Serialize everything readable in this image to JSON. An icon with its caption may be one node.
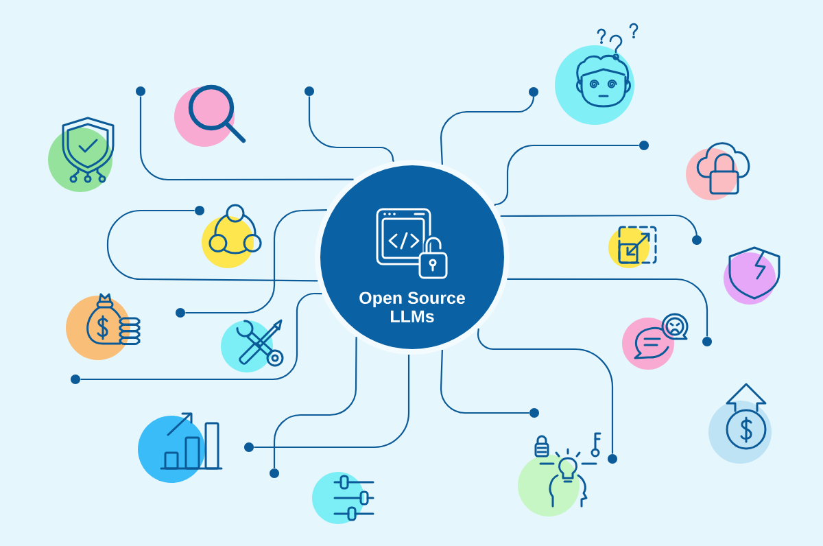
{
  "diagram": {
    "nodes": [
      {
        "text": [
          "Open Source LLMs"
        ]
      },
      {
        "text": [],
        "shape": "circle"
      },
      {
        "text": [],
        "shape": "circle"
      },
      {
        "text": [],
        "shape": "circle"
      },
      {
        "text": [],
        "shape": "circle"
      },
      {
        "text": [],
        "shape": "circle"
      },
      {
        "text": [],
        "shape": "circle"
      },
      {
        "text": [],
        "shape": "circle"
      },
      {
        "text": [],
        "shape": "circle"
      },
      {
        "text": [],
        "shape": "circle"
      },
      {
        "text": [],
        "shape": "circle"
      },
      {
        "text": [],
        "shape": "circle"
      },
      {
        "text": [],
        "shape": "circle"
      },
      {
        "text": [],
        "shape": "circle"
      }
    ],
    "edges": [
      {
        "from": 0,
        "to": 1,
        "arrow": "none"
      },
      {
        "from": 0,
        "to": 2,
        "arrow": "none"
      },
      {
        "from": 0,
        "to": 3,
        "arrow": "none"
      },
      {
        "from": 0,
        "to": 4,
        "arrow": "none"
      },
      {
        "from": 0,
        "to": 5,
        "arrow": "none"
      },
      {
        "from": 0,
        "to": 6,
        "arrow": "none"
      },
      {
        "from": 0,
        "to": 7,
        "arrow": "none"
      },
      {
        "from": 0,
        "to": 8,
        "arrow": "none"
      },
      {
        "from": 0,
        "to": 9,
        "arrow": "none"
      },
      {
        "from": 0,
        "to": 10,
        "arrow": "none"
      },
      {
        "from": 0,
        "to": 11,
        "arrow": "none"
      },
      {
        "from": 0,
        "to": 12,
        "arrow": "none"
      },
      {
        "from": 0,
        "to": 13,
        "arrow": "none"
      }
    ]
  }
}
